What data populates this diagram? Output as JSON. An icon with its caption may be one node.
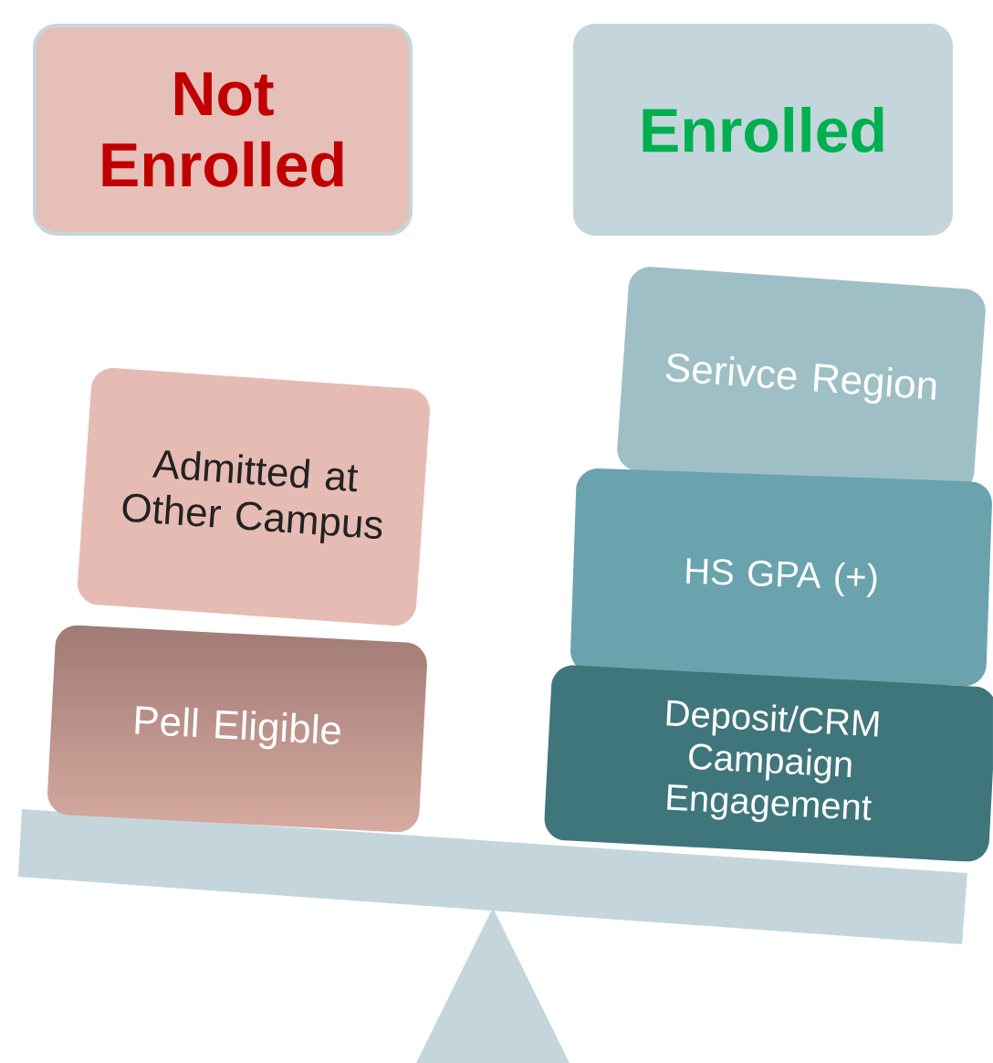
{
  "diagram": {
    "nodes": [
      {
        "text": [
          "Not Enrolled"
        ]
      },
      {
        "text": [
          "Enrolled"
        ]
      },
      {
        "text": [
          "Admitted at Other Campus"
        ]
      },
      {
        "text": [
          "Pell Eligible"
        ]
      },
      {
        "text": [
          "Serivce Region"
        ]
      },
      {
        "text": [
          "HS GPA (+)"
        ]
      },
      {
        "text": [
          "Deposit/CRM Campaign Engagement"
        ]
      }
    ]
  }
}
